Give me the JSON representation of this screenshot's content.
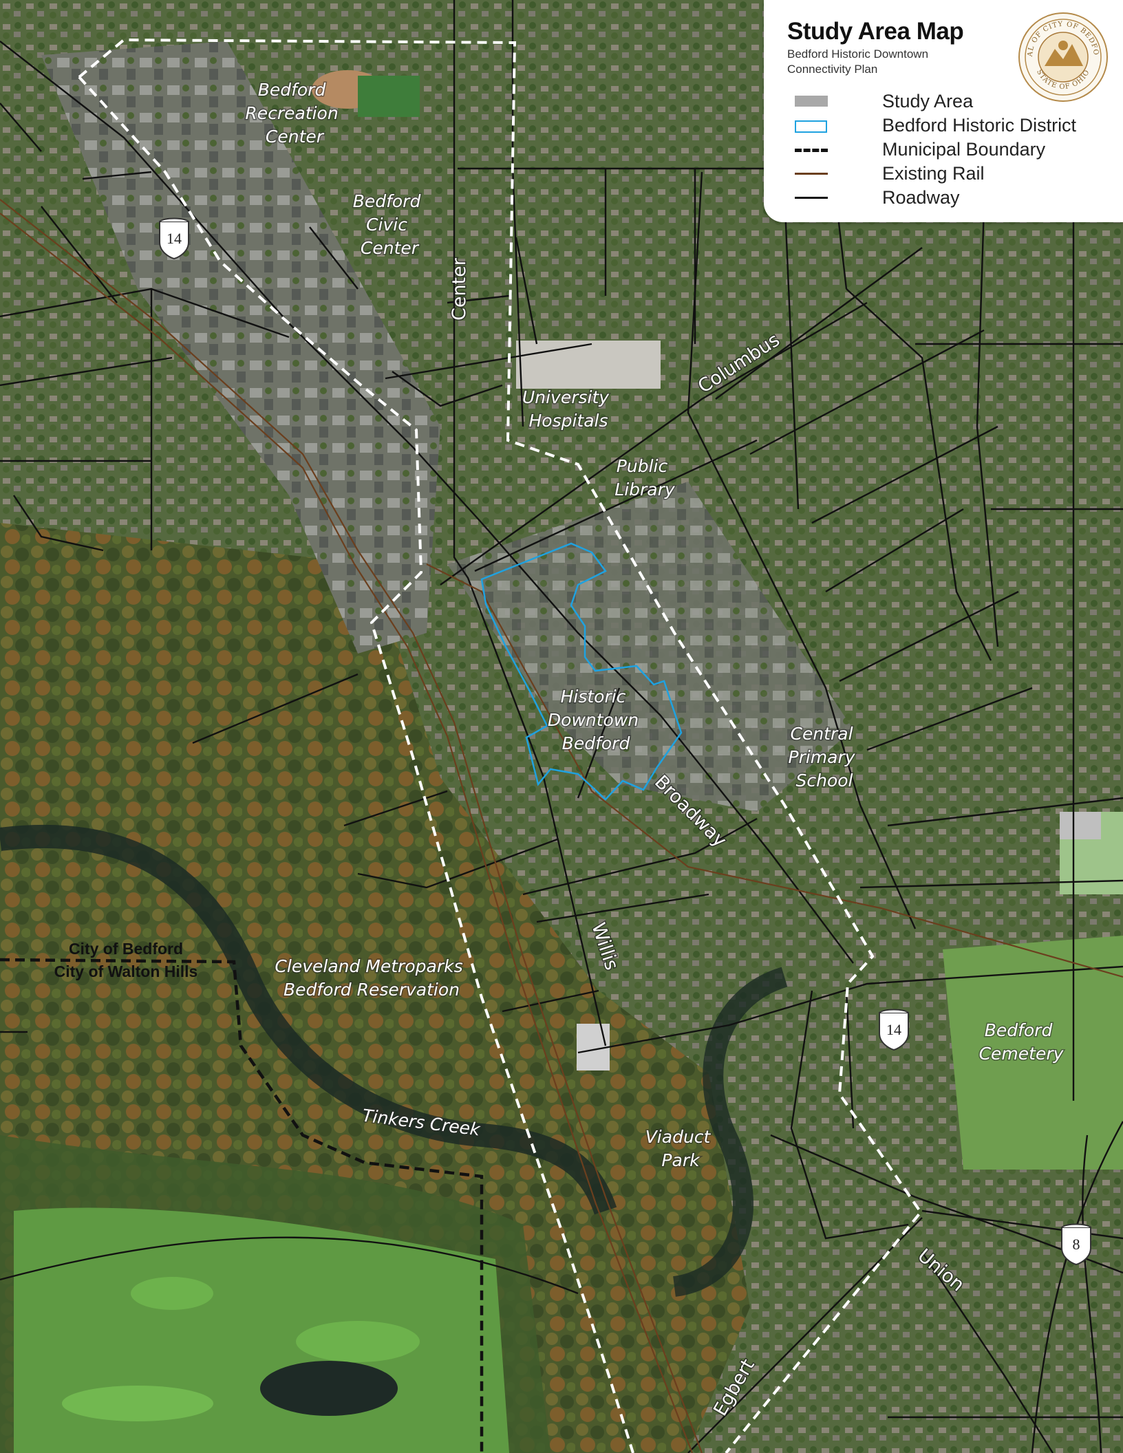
{
  "legend": {
    "title": "Study Area Map",
    "subtitle": "Bedford Historic Downtown Connectivity Plan",
    "seal_text_top": "SEAL OF CITY OF BEDFORD",
    "seal_text_bottom": "STATE OF OHIO",
    "items": [
      {
        "label": "Study Area",
        "symbol": "gray-fill"
      },
      {
        "label": "Bedford Historic District",
        "symbol": "blue-outline"
      },
      {
        "label": "Municipal Boundary",
        "symbol": "black-dashed-line"
      },
      {
        "label": "Existing Rail",
        "symbol": "brown-line"
      },
      {
        "label": "Roadway",
        "symbol": "black-line"
      }
    ]
  },
  "place_labels": {
    "recreation_center": [
      "Bedford",
      "Recreation",
      "Center"
    ],
    "civic_center": [
      "Bedford",
      "Civic",
      "Center"
    ],
    "university_hospitals": [
      "University",
      "Hospitals"
    ],
    "public_library": [
      "Public",
      "Library"
    ],
    "historic_downtown": [
      "Historic",
      "Downtown",
      "Bedford"
    ],
    "central_primary_school": [
      "Central",
      "Primary",
      "School"
    ],
    "metroparks": [
      "Cleveland Metroparks",
      "Bedford Reservation"
    ],
    "bedford_cemetery": [
      "Bedford",
      "Cemetery"
    ],
    "viaduct_park": [
      "Viaduct",
      "Park"
    ],
    "tinkers_creek": "Tinkers Creek"
  },
  "road_labels": {
    "center": "Center",
    "columbus": "Columbus",
    "broadway": "Broadway",
    "willis": "Willis",
    "union": "Union",
    "egbert": "Egbert"
  },
  "boundary_labels": {
    "north": "City of Bedford",
    "south": "City of Walton Hills"
  },
  "route_shields": {
    "north_14": "14",
    "south_14": "14",
    "route_8": "8"
  },
  "colors": {
    "historic_district": "#1fa2e0",
    "rail": "#6b3f1e",
    "study_area_boundary": "#ffffff",
    "municipal_boundary": "#111111",
    "roadway": "#111111"
  }
}
